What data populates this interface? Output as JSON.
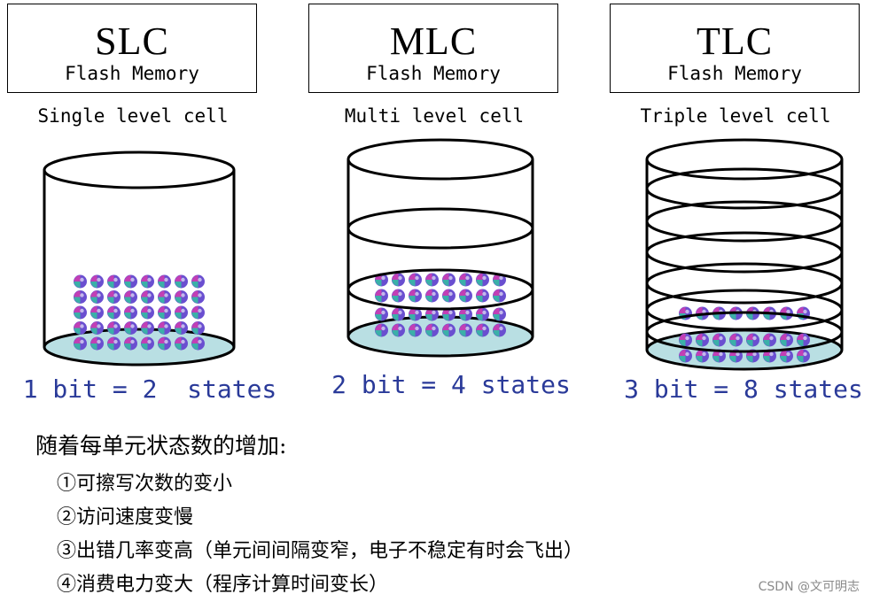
{
  "columns": [
    {
      "title": "SLC",
      "subtitle": "Flash Memory",
      "cell_type": "Single level cell",
      "states": "1 bit = 2  states"
    },
    {
      "title": "MLC",
      "subtitle": "Flash Memory",
      "cell_type": "Multi level cell",
      "states": "2 bit = 4 states"
    },
    {
      "title": "TLC",
      "subtitle": "Flash Memory",
      "cell_type": "Triple level cell",
      "states": "3 bit = 8 states"
    }
  ],
  "notes": {
    "title": "随着每单元状态数的增加:",
    "items": [
      "①可擦写次数的变小",
      "②访问速度变慢",
      "③出错几率变高（单元间间隔变窄，电子不稳定有时会飞出）",
      "④消费电力变大（程序计算时间变长）"
    ]
  },
  "watermark": "CSDN @文可明志",
  "colors": {
    "states_text": "#2a3a99",
    "liquid": "#b9dfe3",
    "dot_a": "#3bb0a8",
    "dot_b": "#c23fb5",
    "dot_c": "#6a4fd0"
  }
}
